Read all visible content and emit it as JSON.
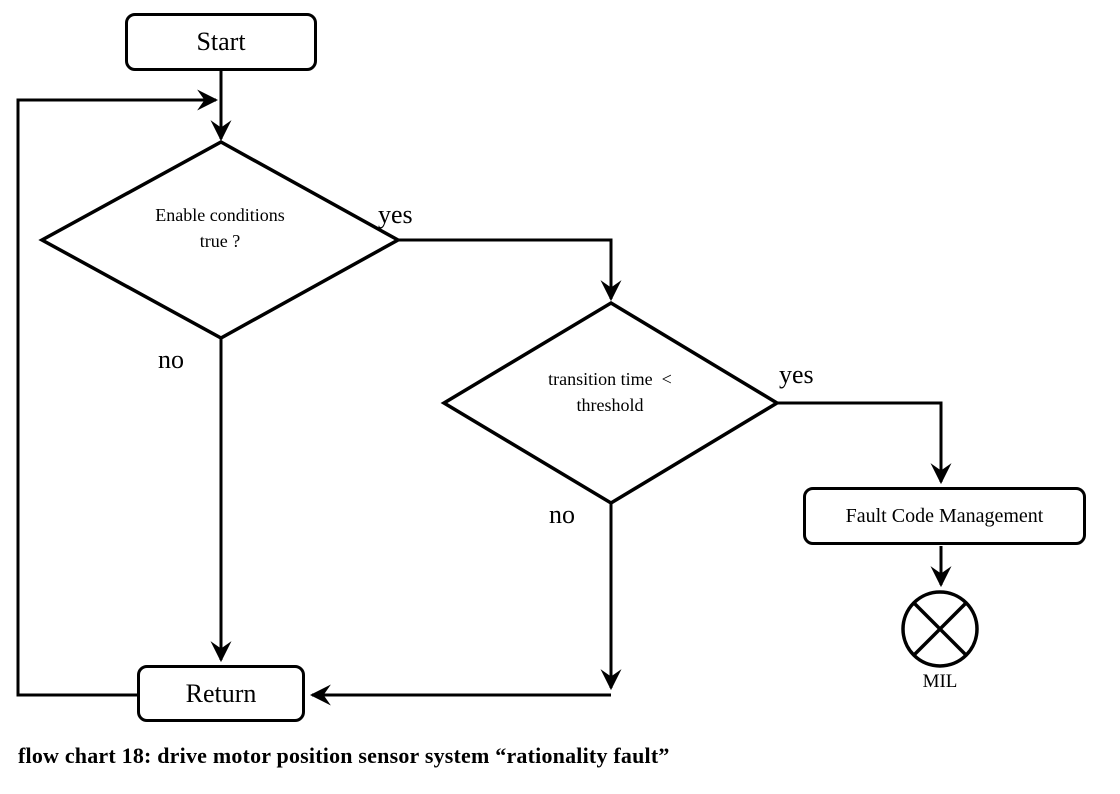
{
  "page": {
    "background": "#ffffff",
    "line_color": "#000000"
  },
  "flowchart": {
    "nodes": {
      "start": {
        "label": "Start"
      },
      "enable_conditions": {
        "line1": "Enable conditions",
        "line2": "true ?"
      },
      "transition_time": {
        "line1": "transition time  <",
        "line2": "threshold"
      },
      "fault_code_management": {
        "label": "Fault Code Management"
      },
      "return": {
        "label": "Return"
      },
      "mil": {
        "label": "MIL"
      }
    },
    "edge_labels": {
      "enable_yes": "yes",
      "enable_no": "no",
      "transition_yes": "yes",
      "transition_no": "no"
    }
  },
  "caption": "flow chart 18: drive motor position sensor system “rationality fault”"
}
